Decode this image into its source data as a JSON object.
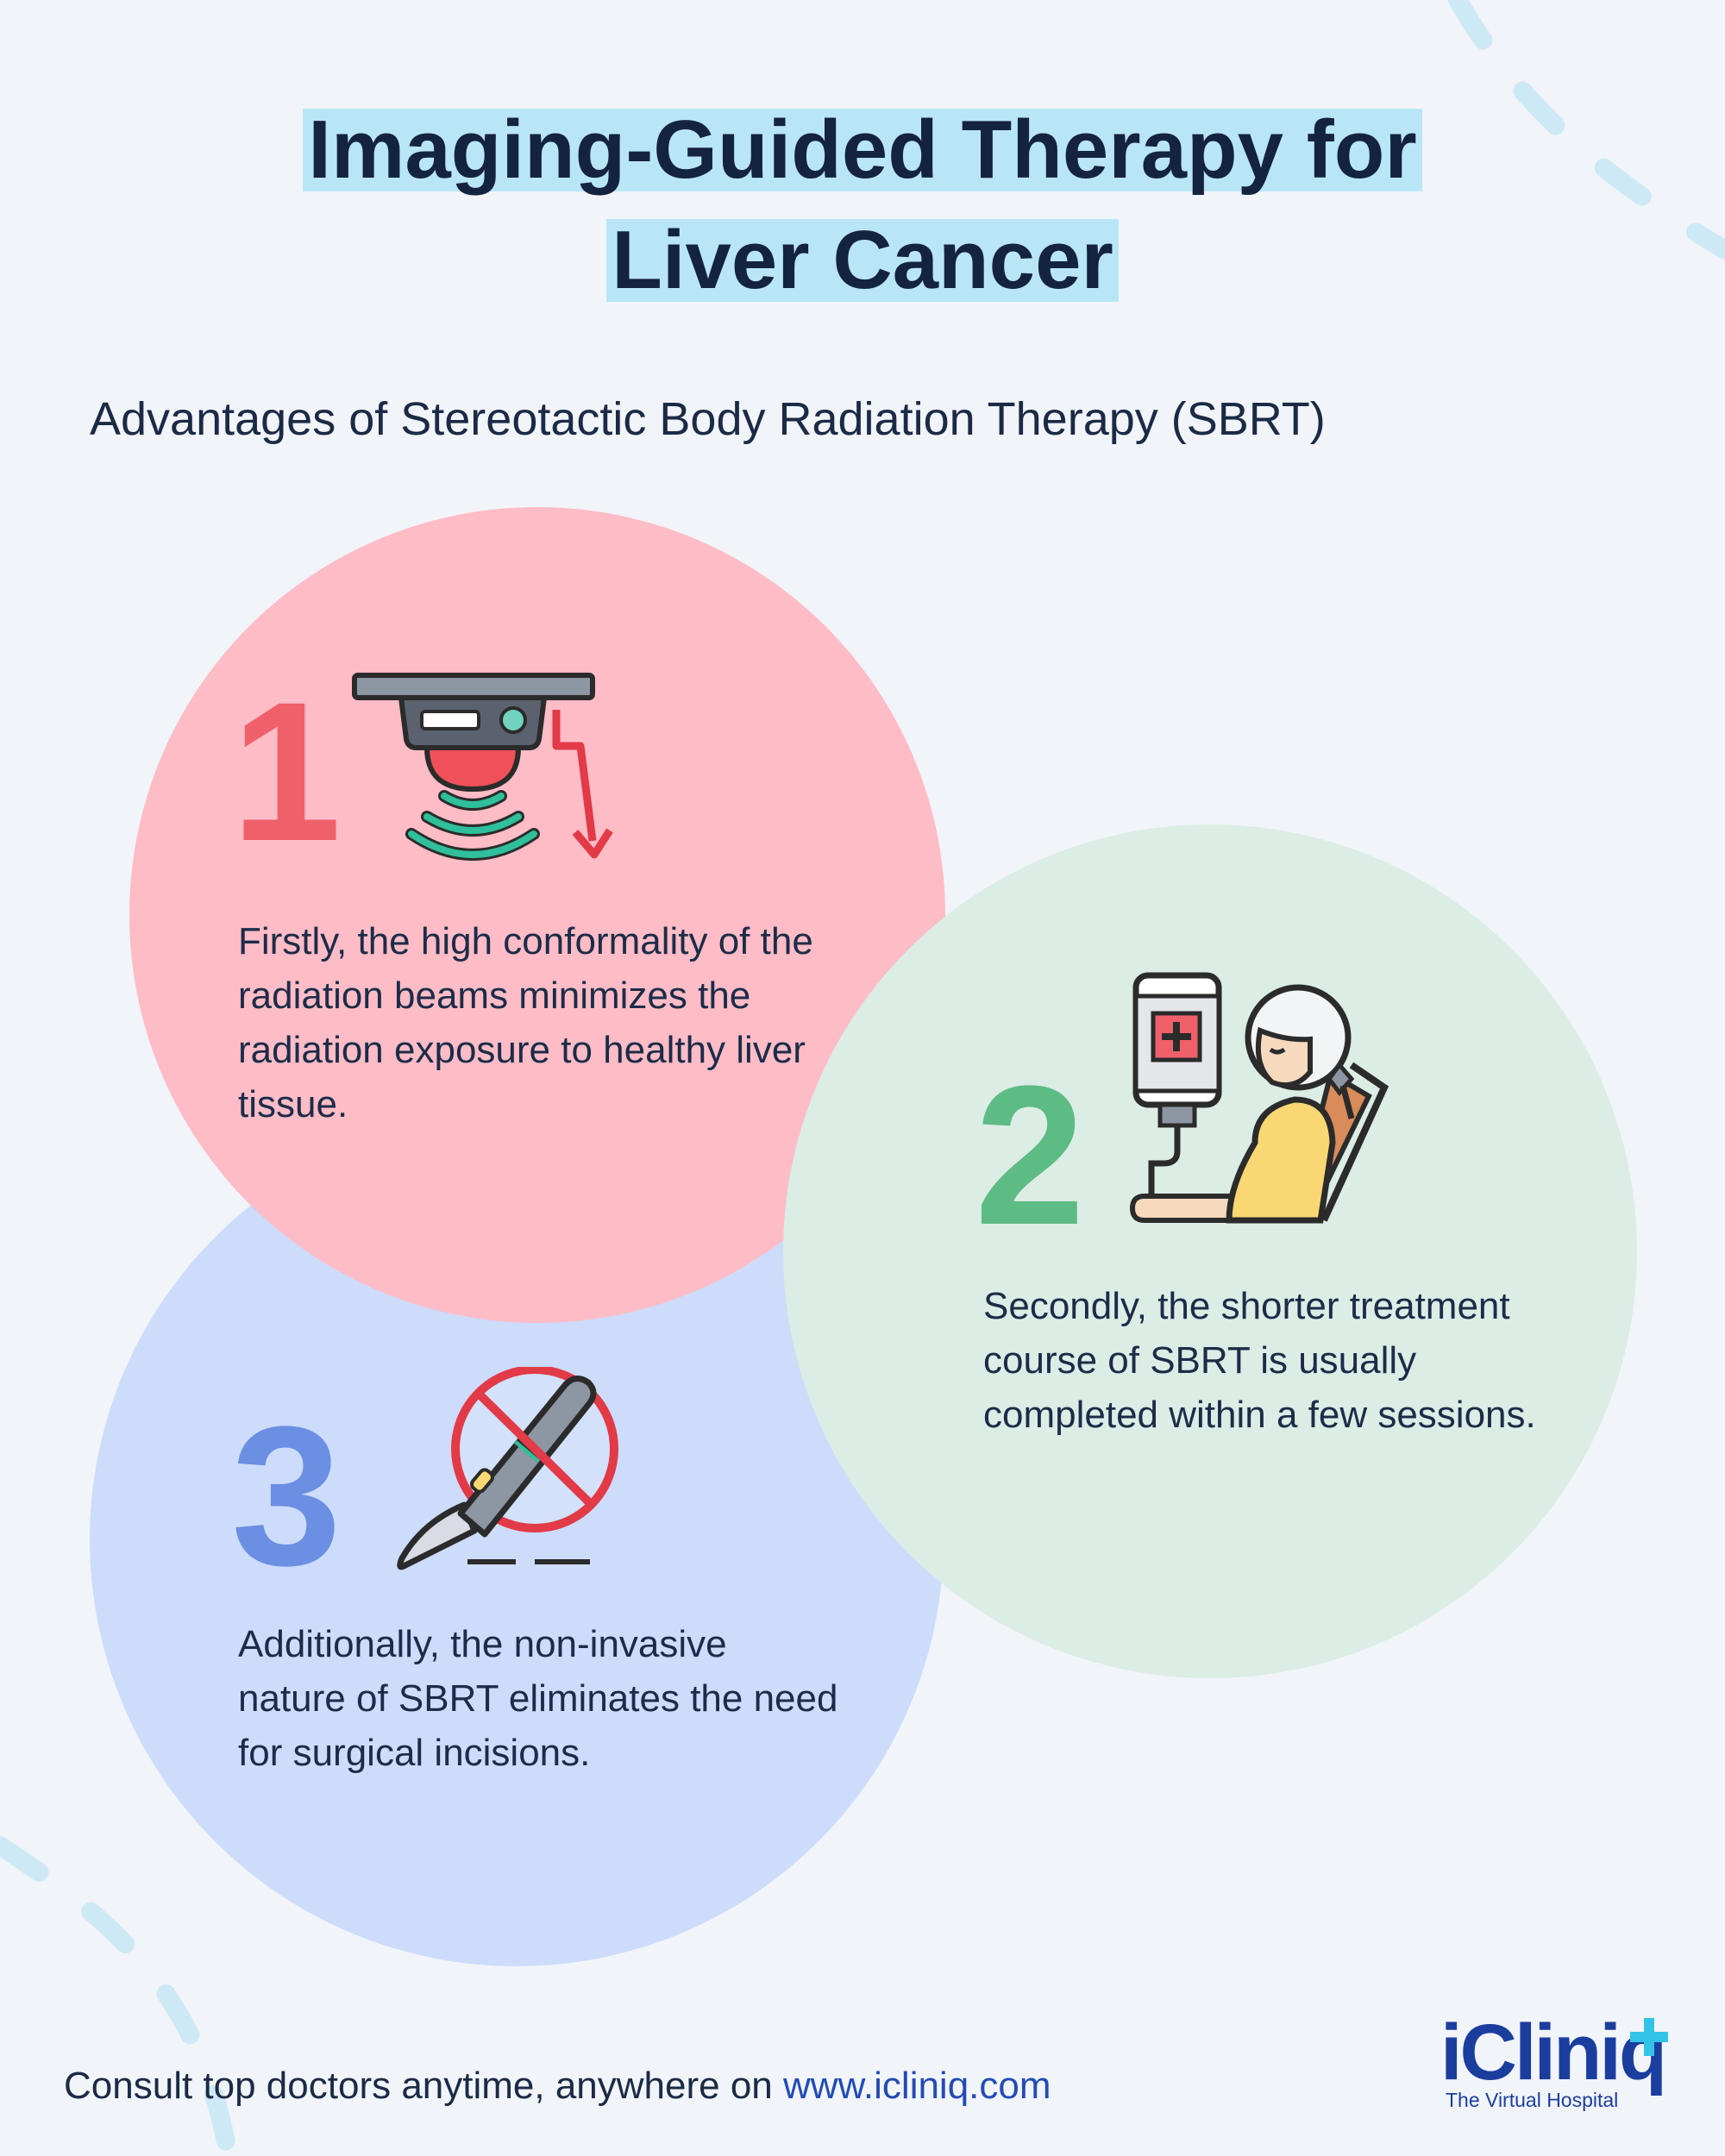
{
  "title": {
    "line1": "Imaging-Guided Therapy for",
    "line2": "Liver Cancer"
  },
  "subtitle": "Advantages of Stereotactic Body Radiation Therapy (SBRT)",
  "items": [
    {
      "number": "1",
      "text": "Firstly, the high conformality of the radiation beams minimizes the radiation exposure to healthy liver tissue.",
      "icon": "radiation-machine-icon",
      "color": "#f0606b"
    },
    {
      "number": "2",
      "text": "Secondly, the shorter treatment course of SBRT is usually completed within a few sessions.",
      "icon": "patient-iv-drip-icon",
      "color": "#5dbb84"
    },
    {
      "number": "3",
      "text": "Additionally, the non-invasive nature of SBRT eliminates the need for surgical incisions.",
      "icon": "no-scalpel-icon",
      "color": "#6b8fe3"
    }
  ],
  "footer": {
    "text": "Consult top doctors anytime, anywhere on ",
    "url": "www.icliniq.com"
  },
  "logo": {
    "name": "iCliniq",
    "tagline": "The Virtual Hospital"
  },
  "colors": {
    "background": "#f1f4f9",
    "title_highlight": "#b9e6f6",
    "circle_pink": "#fdbcc6",
    "circle_green": "#dbede5",
    "circle_blue": "#cddcfa",
    "brand": "#1b3e9e"
  }
}
